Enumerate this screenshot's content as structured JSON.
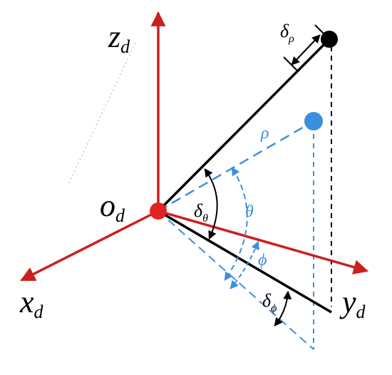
{
  "labels": {
    "z_axis": {
      "main": "z",
      "sub": "d"
    },
    "x_axis": {
      "main": "x",
      "sub": "d"
    },
    "y_axis": {
      "main": "y",
      "sub": "d"
    },
    "origin": {
      "main": "o",
      "sub": "d"
    },
    "rho": "ρ",
    "theta": "θ",
    "phi": "ϕ",
    "delta_rho": {
      "main": "δ",
      "sub": "ρ"
    },
    "delta_theta": {
      "main": "δ",
      "sub": "θ"
    },
    "delta_phi": {
      "main": "δ",
      "sub": "ϕ"
    }
  },
  "colors": {
    "axis": "#cc1f1f",
    "origin_point": "#e32222",
    "measured": "#000000",
    "true_vector": "#3b8fe0"
  }
}
